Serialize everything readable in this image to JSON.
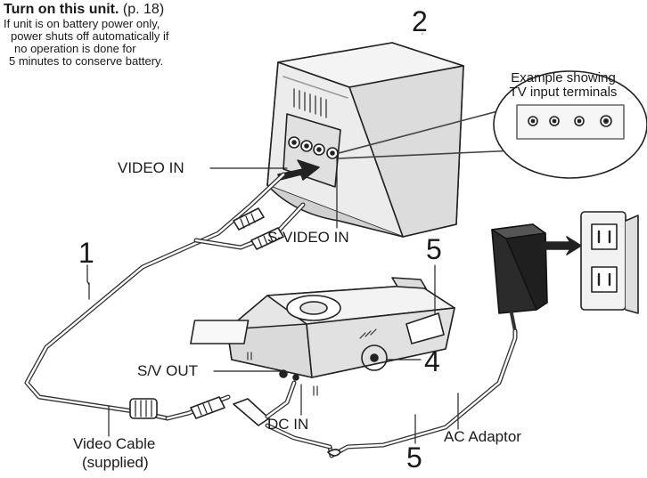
{
  "note": {
    "title": "Turn on this unit.",
    "page_ref": "(p. 18)",
    "lines": [
      "If unit is on battery power only,",
      "power shuts off automatically if",
      "no operation is done for",
      "5 minutes to conserve battery."
    ]
  },
  "callouts": {
    "n1": "1",
    "n2": "2",
    "n4": "4",
    "n5_top": "5",
    "n5_bottom": "5"
  },
  "labels": {
    "video_in": "VIDEO IN",
    "s_video_in": "S-VIDEO IN",
    "sv_out": "S/V OUT",
    "dc_in": "DC IN",
    "video_cable_1": "Video Cable",
    "video_cable_2": "(supplied)",
    "ac_adaptor": "AC Adaptor"
  },
  "example": {
    "line1": "Example showing",
    "line2": "TV input terminals"
  }
}
